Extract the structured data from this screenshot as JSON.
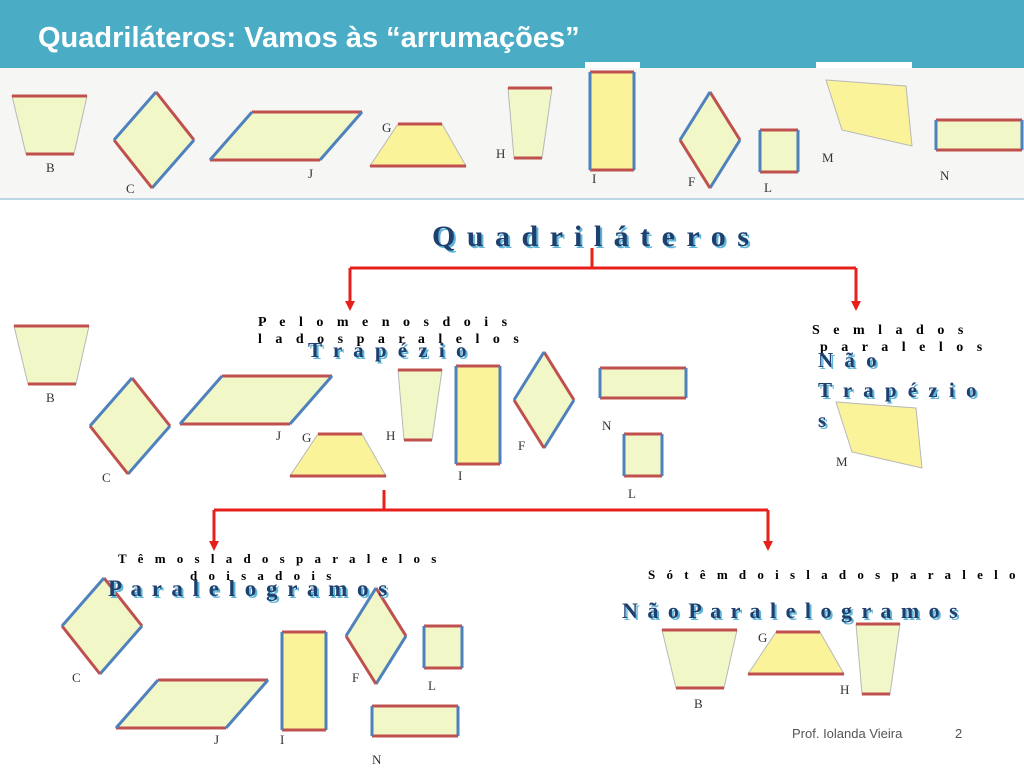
{
  "header": {
    "title": "Quadriláteros:  Vamos às “arrumações”"
  },
  "diagram": {
    "root": "Q u a d r i l á t e r o s",
    "left_desc": [
      "P e l o   m e n o s   d o i s",
      "l a d o s   p a r a l e l o s"
    ],
    "left_title": "T r a p é z i o",
    "right_desc": [
      "S e m   l a d o s",
      "p a r a l e l o s"
    ],
    "right_title": [
      "N ã o",
      "T r a p é z i o",
      "s"
    ],
    "para_desc": [
      "T ê m   o s   l a d o s   p a r a l e l o s",
      "d o i s   a   d o i s"
    ],
    "para_title": "P a r a l e l o g r a m o s",
    "nonpara_desc": "S ó   t ê m   d o i s   l a d o s   p a r a l e l o s",
    "nonpara_title": "N ã o   P a r a l e l o g r a m o s"
  },
  "shape_labels": [
    "B",
    "C",
    "J",
    "G",
    "H",
    "I",
    "F",
    "L",
    "M",
    "N"
  ],
  "footer": {
    "author": "Prof. Iolanda Vieira",
    "page": "2"
  },
  "colors": {
    "header_bg": "#4bacc6",
    "arrow": "#e8201c",
    "shape_fill": "#f2f7c8",
    "yellow_fill": "#fbf39a",
    "side_red": "#c0504d",
    "side_blue": "#4f81bd"
  }
}
